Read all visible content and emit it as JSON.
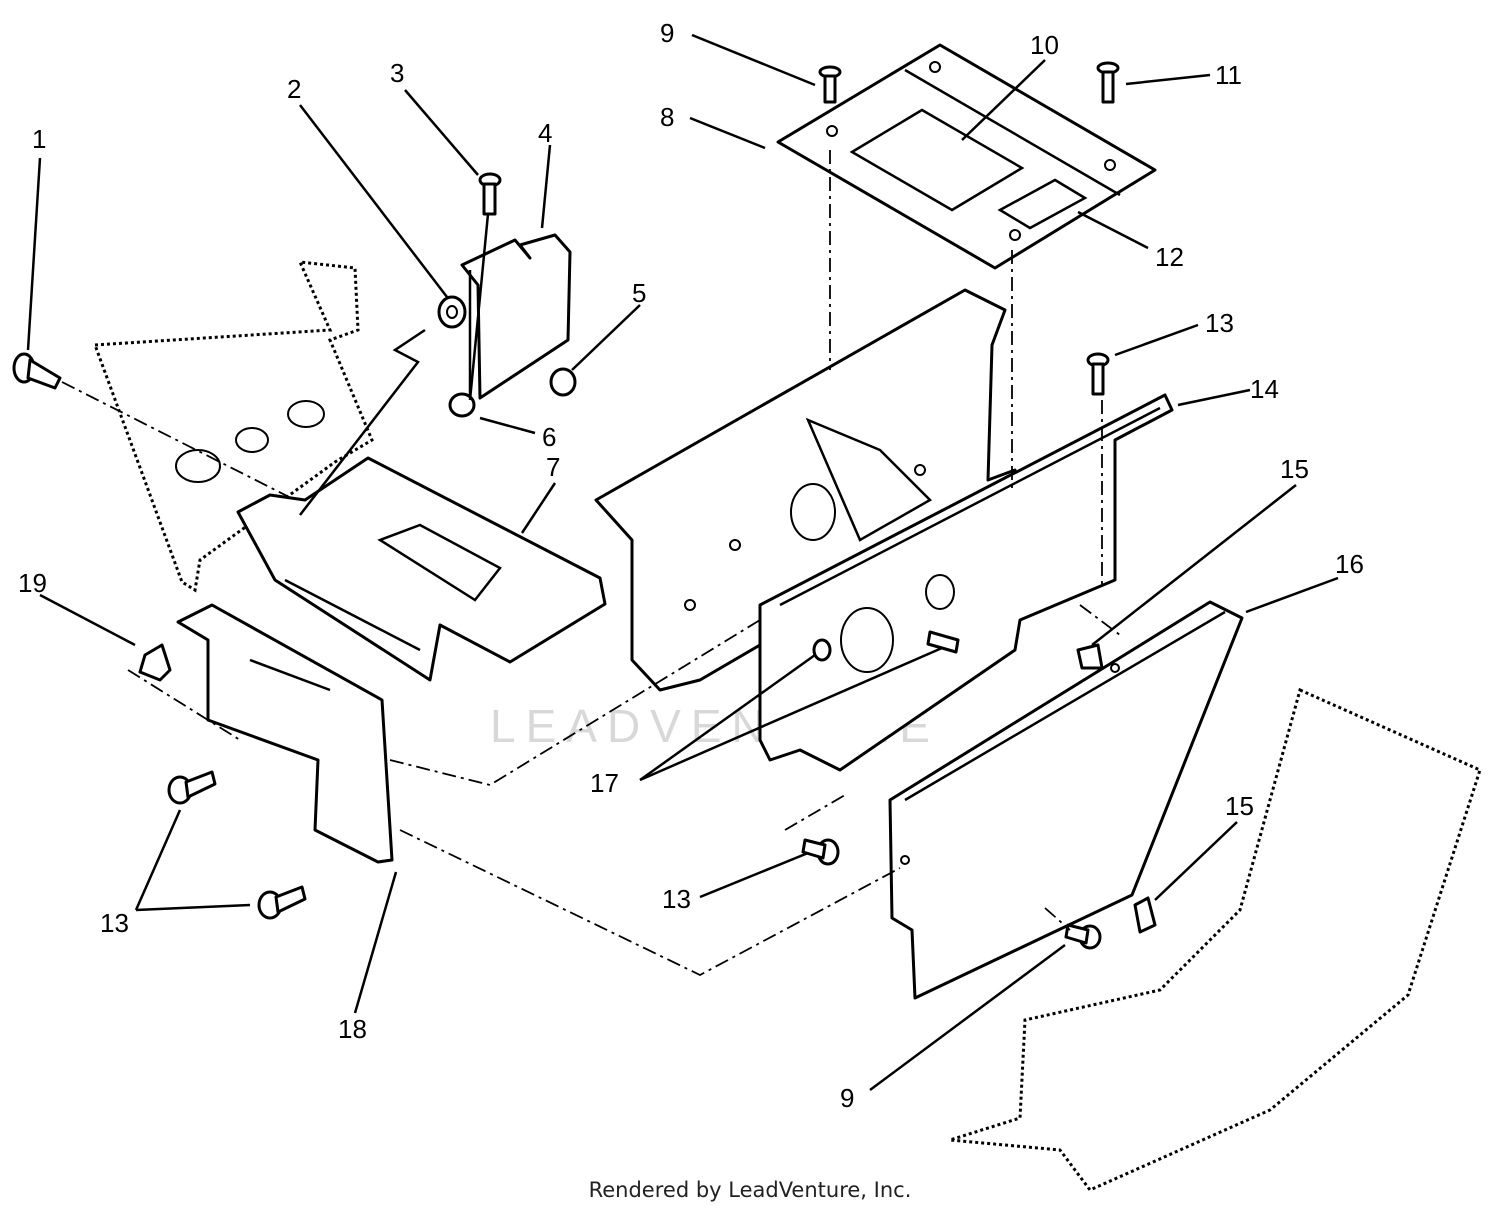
{
  "callouts": [
    "1",
    "2",
    "3",
    "4",
    "5",
    "6",
    "7",
    "8",
    "9",
    "10",
    "11",
    "12",
    "13",
    "14",
    "15",
    "15",
    "16",
    "17",
    "18",
    "19",
    "13",
    "13",
    "9"
  ],
  "watermark": "LEADVENTURE",
  "footer": "Rendered by LeadVenture, Inc."
}
